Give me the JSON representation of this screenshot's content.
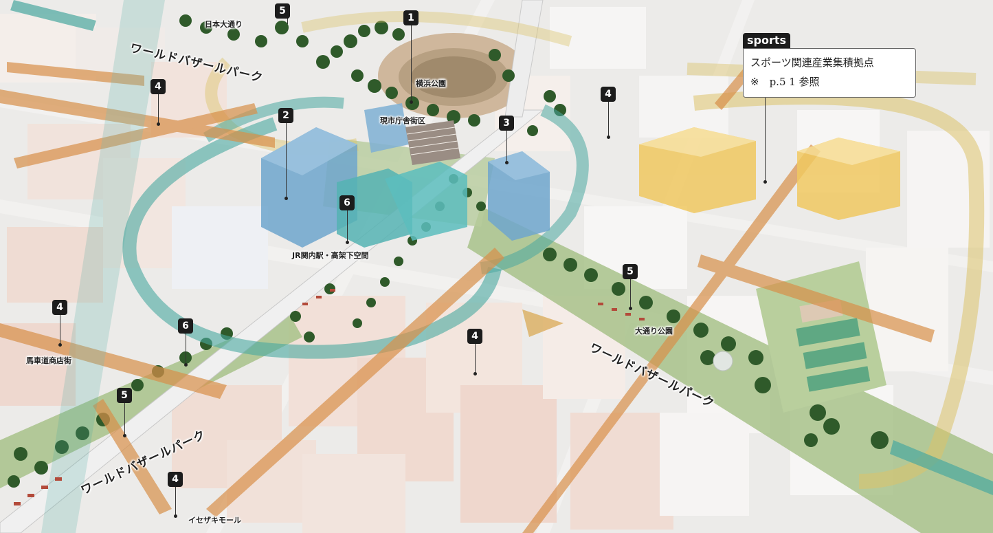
{
  "labels": {
    "nihon_odori": "日本大通り",
    "yokohama_park": "横浜公園",
    "city_hall_district": "現市庁舎街区",
    "kannai_station": "JR関内駅・高架下空間",
    "bashamichi": "馬車道商店街",
    "odori_park": "大通り公園",
    "isezaki_mall": "イセザキモール"
  },
  "park_names": {
    "top": "ワールドバザールパーク",
    "center": "ワールドバザールパーク",
    "left": "ワールドバザールパーク"
  },
  "markers": {
    "m1": "1",
    "m2": "2",
    "m3": "3",
    "m4a": "4",
    "m4b": "4",
    "m4c": "4",
    "m4d": "4",
    "m4e": "4",
    "m5a": "5",
    "m5b": "5",
    "m5c": "5",
    "m6a": "6",
    "m6b": "6"
  },
  "sports": {
    "tag": "sports",
    "line1": "スポーツ関連産業集積拠点",
    "line2": "※　p.5 1 参照"
  },
  "colors": {
    "blue_building": "#6fa6cc",
    "teal_building": "#55b3b3",
    "yellow_building": "#f0c860",
    "teal_arrow": "#4aa8a0",
    "orange_arrow": "#d8904a",
    "yellow_ring": "#dcc36a",
    "park_green": "#a8c28a"
  }
}
